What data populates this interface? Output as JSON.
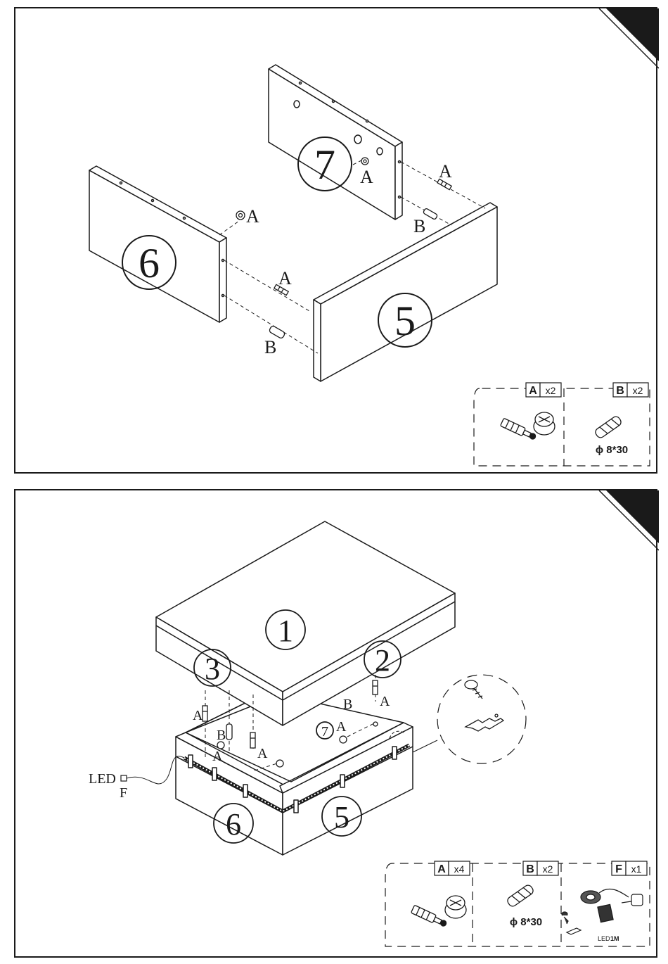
{
  "step1": {
    "parts": {
      "p7": "7",
      "p6": "6",
      "p5": "5"
    },
    "callouts": {
      "a_top": "A",
      "a_right": "A",
      "b_right": "B",
      "a_left_cam": "A",
      "a_mid": "A",
      "b_mid": "B"
    },
    "hardware": {
      "a_label": "A",
      "a_qty": "x2",
      "b_label": "B",
      "b_qty": "x2",
      "b_spec": "ϕ 8*30"
    }
  },
  "step2": {
    "parts": {
      "p1": "1",
      "p2": "2",
      "p3": "3",
      "p7": "7",
      "p6": "6",
      "p5": "5"
    },
    "callouts": {
      "b_right": "B",
      "a_right": "A",
      "a_left": "A",
      "b_left": "B",
      "a_left2": "A",
      "a_mid": "A",
      "a_inner": "A",
      "led": "LED",
      "f": "F"
    },
    "hardware": {
      "a_label": "A",
      "a_qty": "x4",
      "b_label": "B",
      "b_qty": "x2",
      "b_spec": "ϕ 8*30",
      "f_label": "F",
      "f_qty": "x1",
      "f_caption_led": "LED",
      "f_caption_len": "1M"
    }
  }
}
